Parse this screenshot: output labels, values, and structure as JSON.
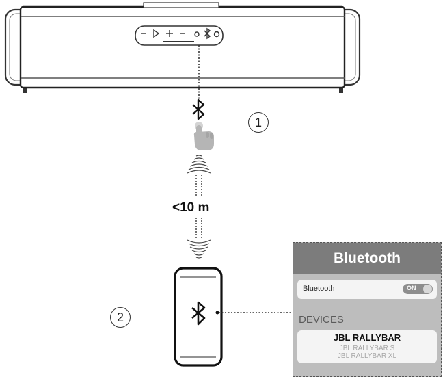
{
  "steps": {
    "step_one": "1",
    "step_two": "2"
  },
  "distance": "<10 m",
  "icons": {
    "speaker_bluetooth": "bluetooth-icon",
    "tap_hand": "hand-pointer-icon",
    "signal_waves": "wireless-waves-icon",
    "phone_bluetooth": "bluetooth-icon"
  },
  "bluetooth_panel": {
    "title": "Bluetooth",
    "toggle_label": "Bluetooth",
    "toggle_state": "ON",
    "devices_heading": "DEVICES",
    "devices": [
      "JBL RALLYBAR",
      "JBL RALLYBAR S",
      "JBL RALLYBAR XL"
    ]
  },
  "colors": {
    "panel_header": "#7c7c7c",
    "panel_background": "#bdbdbd",
    "hand": "#b5b5b5"
  }
}
